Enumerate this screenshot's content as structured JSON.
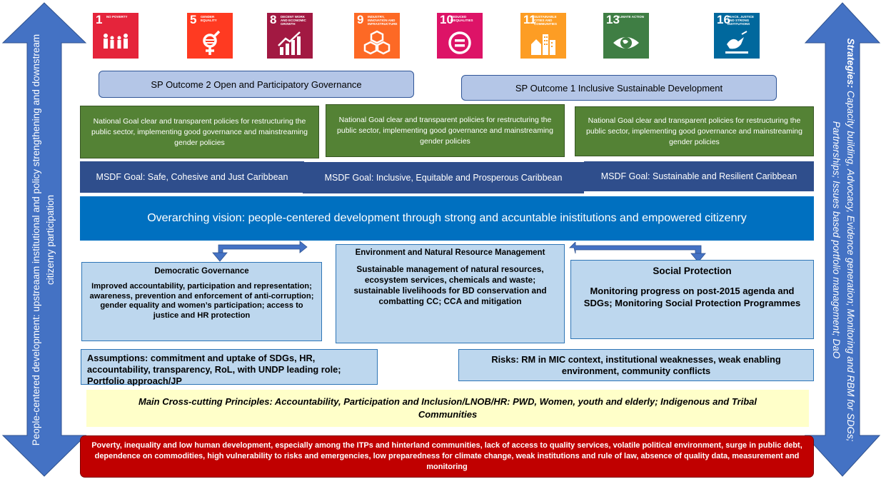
{
  "sdgs": [
    {
      "number": "1",
      "label": "No Poverty",
      "color": "#e5243b",
      "icon": "people-icon"
    },
    {
      "number": "5",
      "label": "Gender Equality",
      "color": "#ff3a21",
      "icon": "gender-icon"
    },
    {
      "number": "8",
      "label": "Decent Work and Economic Growth",
      "color": "#a21942",
      "icon": "growth-chart-icon"
    },
    {
      "number": "9",
      "label": "Industry, Innovation and Infrastructure",
      "color": "#fd6925",
      "icon": "cubes-icon"
    },
    {
      "number": "10",
      "label": "Reduced Inequalities",
      "color": "#dd1367",
      "icon": "equal-icon"
    },
    {
      "number": "11",
      "label": "Sustainable Cities and Communities",
      "color": "#fd9d24",
      "icon": "city-icon"
    },
    {
      "number": "13",
      "label": "Climate Action",
      "color": "#3f7e44",
      "icon": "eye-globe-icon"
    },
    {
      "number": "16",
      "label": "Peace, Justice and Strong Institutions",
      "color": "#00689d",
      "icon": "dove-icon"
    }
  ],
  "outcomes": {
    "governance": "SP Outcome 2 Open and Participatory Governance",
    "inclusive": "SP Outcome  1 Inclusive Sustainable Development"
  },
  "national_goals": [
    "National Goal clear and transparent policies for restructuring the public sector, implementing good governance and mainstreaming gender policies",
    "National Goal clear and transparent policies for restructuring the public sector, implementing good governance and mainstreaming gender policies",
    "National Goal clear and transparent policies for restructuring the public sector, implementing good governance and mainstreaming gender policies"
  ],
  "msdf_goals": [
    "MSDF Goal: Safe, Cohesive and Just Caribbean",
    "MSDF Goal: Inclusive, Equitable and Prosperous Caribbean",
    "MSDF Goal: Sustainable and Resilient Caribbean"
  ],
  "vision": "Overarching vision: people-centered development through strong and accuntable inistitutions and empowered citizenry",
  "pillars": {
    "democratic": {
      "title": "Democratic Governance",
      "body": "Improved accountability, participation and representation; awareness, prevention and enforcement of anti-corruption; gender equality and women’s participation; access to justice and HR protection"
    },
    "environment": {
      "title": "Environment and Natural Resource Management",
      "body": "Sustainable management of natural resources, ecosystem services, chemicals and waste; sustainable livelihoods for BD conservation and combatting CC; CCA and mitigation"
    },
    "social": {
      "title": "Social Protection",
      "body": "Monitoring progress on post-2015 agenda and SDGs; Monitoring Social Protection Programmes"
    }
  },
  "assumptions": "Assumptions: commitment and uptake of SDGs, HR, accountability, transparency, RoL, with UNDP leading role; Portfolio approach/JP",
  "risks": "Risks: RM in MIC context, institutional weaknesses, weak enabling environment, community conflicts",
  "principles": "Main Cross-cutting Principles: Accountability, Participation and Inclusion/LNOB/HR: PWD, Women, youth and elderly; Indigenous and Tribal Communities",
  "problem": "Poverty, inequality and low human development, especially among the ITPs and hinterland communities, lack of access to quality services, volatile political environment, surge in public debt, dependence on commodities, high vulnerability to risks and emergencies, low preparedness for climate change, weak institutions and rule of law, absence of quality data, measurement and monitoring",
  "left_arrow_text": "People-centered development: upstreaam institutional and policy strengthening and downstream citizenry participation",
  "right_arrow_text": {
    "strategies_label": "Strategies:",
    "strategies_body": " Capacity building, Advocacy, Evidence generation; Monitoring and RBM for SDGs;  Partnerships; Issues based portfolio management; DaO"
  },
  "colors": {
    "arrow_blue": "#4472c4",
    "outcome_fill": "#b4c6e7",
    "national_green": "#548235",
    "msdf_navy": "#2f4e8c",
    "vision_blue": "#0070c0",
    "pillar_fill": "#bdd7ee",
    "principles_fill": "#ffffc9",
    "problem_red": "#c00000"
  }
}
